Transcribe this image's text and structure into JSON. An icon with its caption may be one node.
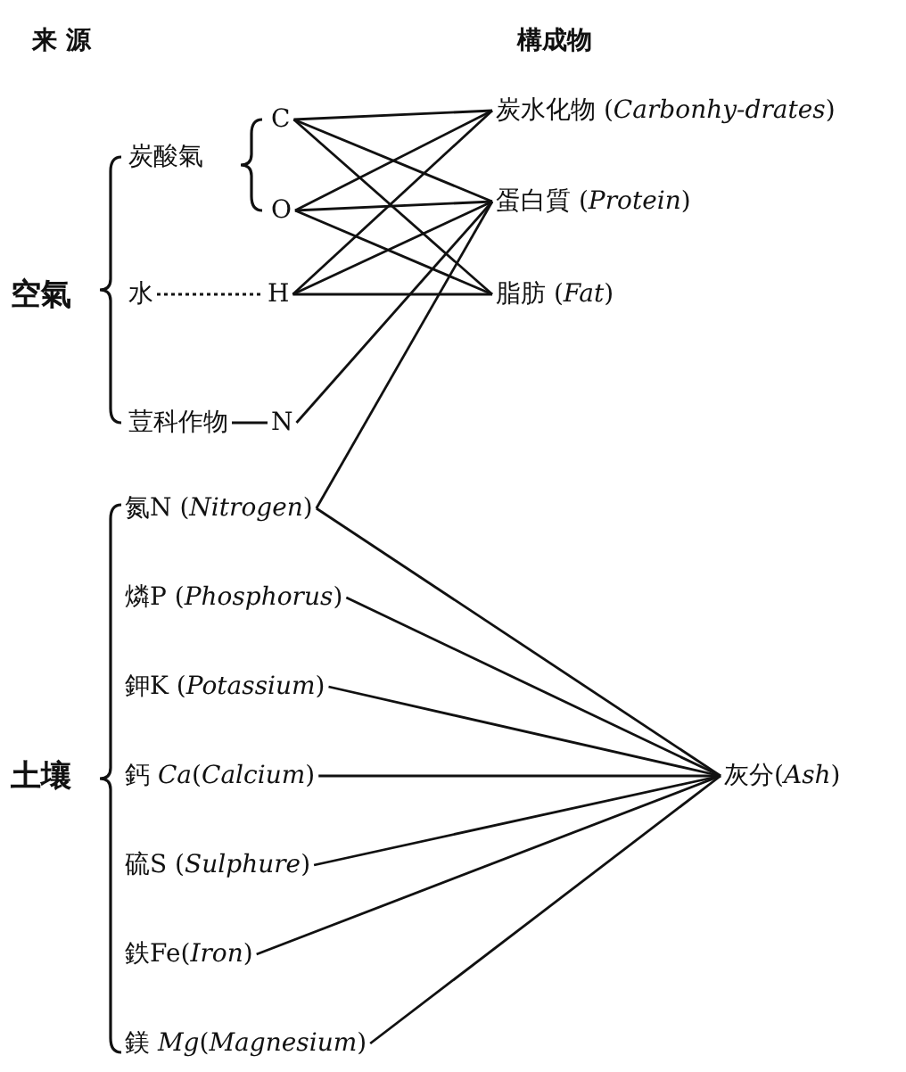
{
  "diagram": {
    "nodes": [
      {
        "text": [
          "空氣"
        ]
      },
      {
        "text": [
          "炭酸氣"
        ]
      },
      {
        "text": [
          "水"
        ]
      },
      {
        "text": [
          "荳科作物"
        ]
      },
      {
        "text": [
          "C"
        ]
      },
      {
        "text": [
          "O"
        ]
      },
      {
        "text": [
          "H"
        ]
      },
      {
        "text": [
          "N"
        ]
      },
      {
        "text": [
          "炭水化物 (*Carbonhy-drates*)"
        ]
      },
      {
        "text": [
          "蛋白質 (*Protein*)"
        ]
      },
      {
        "text": [
          "脂肪 (*Fat*)"
        ]
      },
      {
        "text": [
          "土壤"
        ]
      },
      {
        "text": [
          "氮N (*Nitrogen*)"
        ]
      },
      {
        "text": [
          "燐P (*Phosphorus*)"
        ]
      },
      {
        "text": [
          "鉀K (*Potassium*)"
        ]
      },
      {
        "text": [
          "鈣 *Ca*(*Calcium*)"
        ]
      },
      {
        "text": [
          "硫S (*Sulphure*)"
        ]
      },
      {
        "text": [
          "鉄Fe(*Iron*)"
        ]
      },
      {
        "text": [
          "鎂 *Mg*(*Magnesium*)"
        ]
      },
      {
        "text": [
          "灰分(*Ash*)"
        ]
      }
    ],
    "edges": [
      {
        "from": 2,
        "to": 6,
        "arrow": "none",
        "style": "dashed"
      },
      {
        "from": 3,
        "to": 7,
        "arrow": "none"
      },
      {
        "from": 4,
        "to": 8,
        "arrow": "none"
      },
      {
        "from": 4,
        "to": 9,
        "arrow": "none"
      },
      {
        "from": 4,
        "to": 10,
        "arrow": "none"
      },
      {
        "from": 5,
        "to": 8,
        "arrow": "none"
      },
      {
        "from": 5,
        "to": 9,
        "arrow": "none"
      },
      {
        "from": 5,
        "to": 10,
        "arrow": "none"
      },
      {
        "from": 6,
        "to": 8,
        "arrow": "none"
      },
      {
        "from": 6,
        "to": 9,
        "arrow": "none"
      },
      {
        "from": 6,
        "to": 10,
        "arrow": "none"
      },
      {
        "from": 7,
        "to": 9,
        "arrow": "none"
      },
      {
        "from": 12,
        "to": 9,
        "arrow": "none"
      },
      {
        "from": 12,
        "to": 19,
        "arrow": "none"
      },
      {
        "from": 13,
        "to": 19,
        "arrow": "none"
      },
      {
        "from": 14,
        "to": 19,
        "arrow": "none"
      },
      {
        "from": 15,
        "to": 19,
        "arrow": "none"
      },
      {
        "from": 16,
        "to": 19,
        "arrow": "none"
      },
      {
        "from": 17,
        "to": 19,
        "arrow": "none"
      },
      {
        "from": 18,
        "to": 19,
        "arrow": "none"
      }
    ],
    "labels": [
      "来 源",
      "構成物"
    ]
  }
}
